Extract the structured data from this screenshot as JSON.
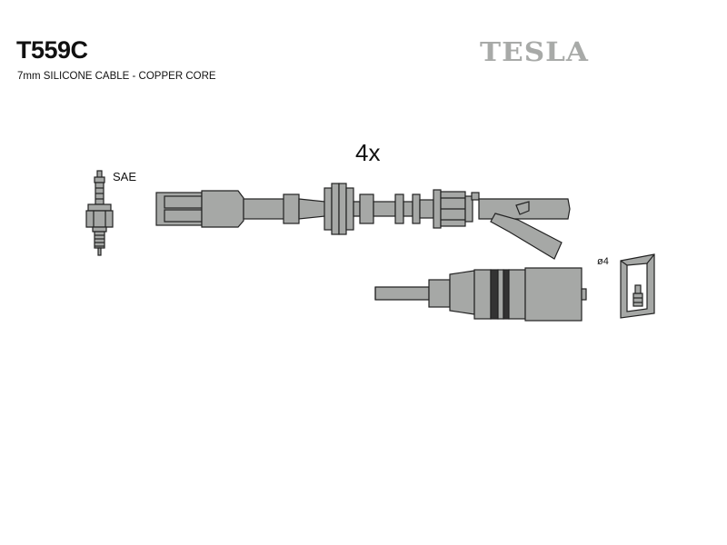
{
  "header": {
    "product_code": "T559C",
    "description": "7mm SILICONE CABLE - COPPER CORE",
    "brand": "TESLA"
  },
  "labels": {
    "quantity": "4x",
    "plug_type": "SAE",
    "diameter": "ø4"
  },
  "colors": {
    "part_fill": "#a6a8a6",
    "outline": "#222222",
    "brand": "#a8aaa8"
  },
  "icons": {
    "spark_plug": "spark-plug-icon",
    "boot_section": "terminal-section-icon"
  }
}
